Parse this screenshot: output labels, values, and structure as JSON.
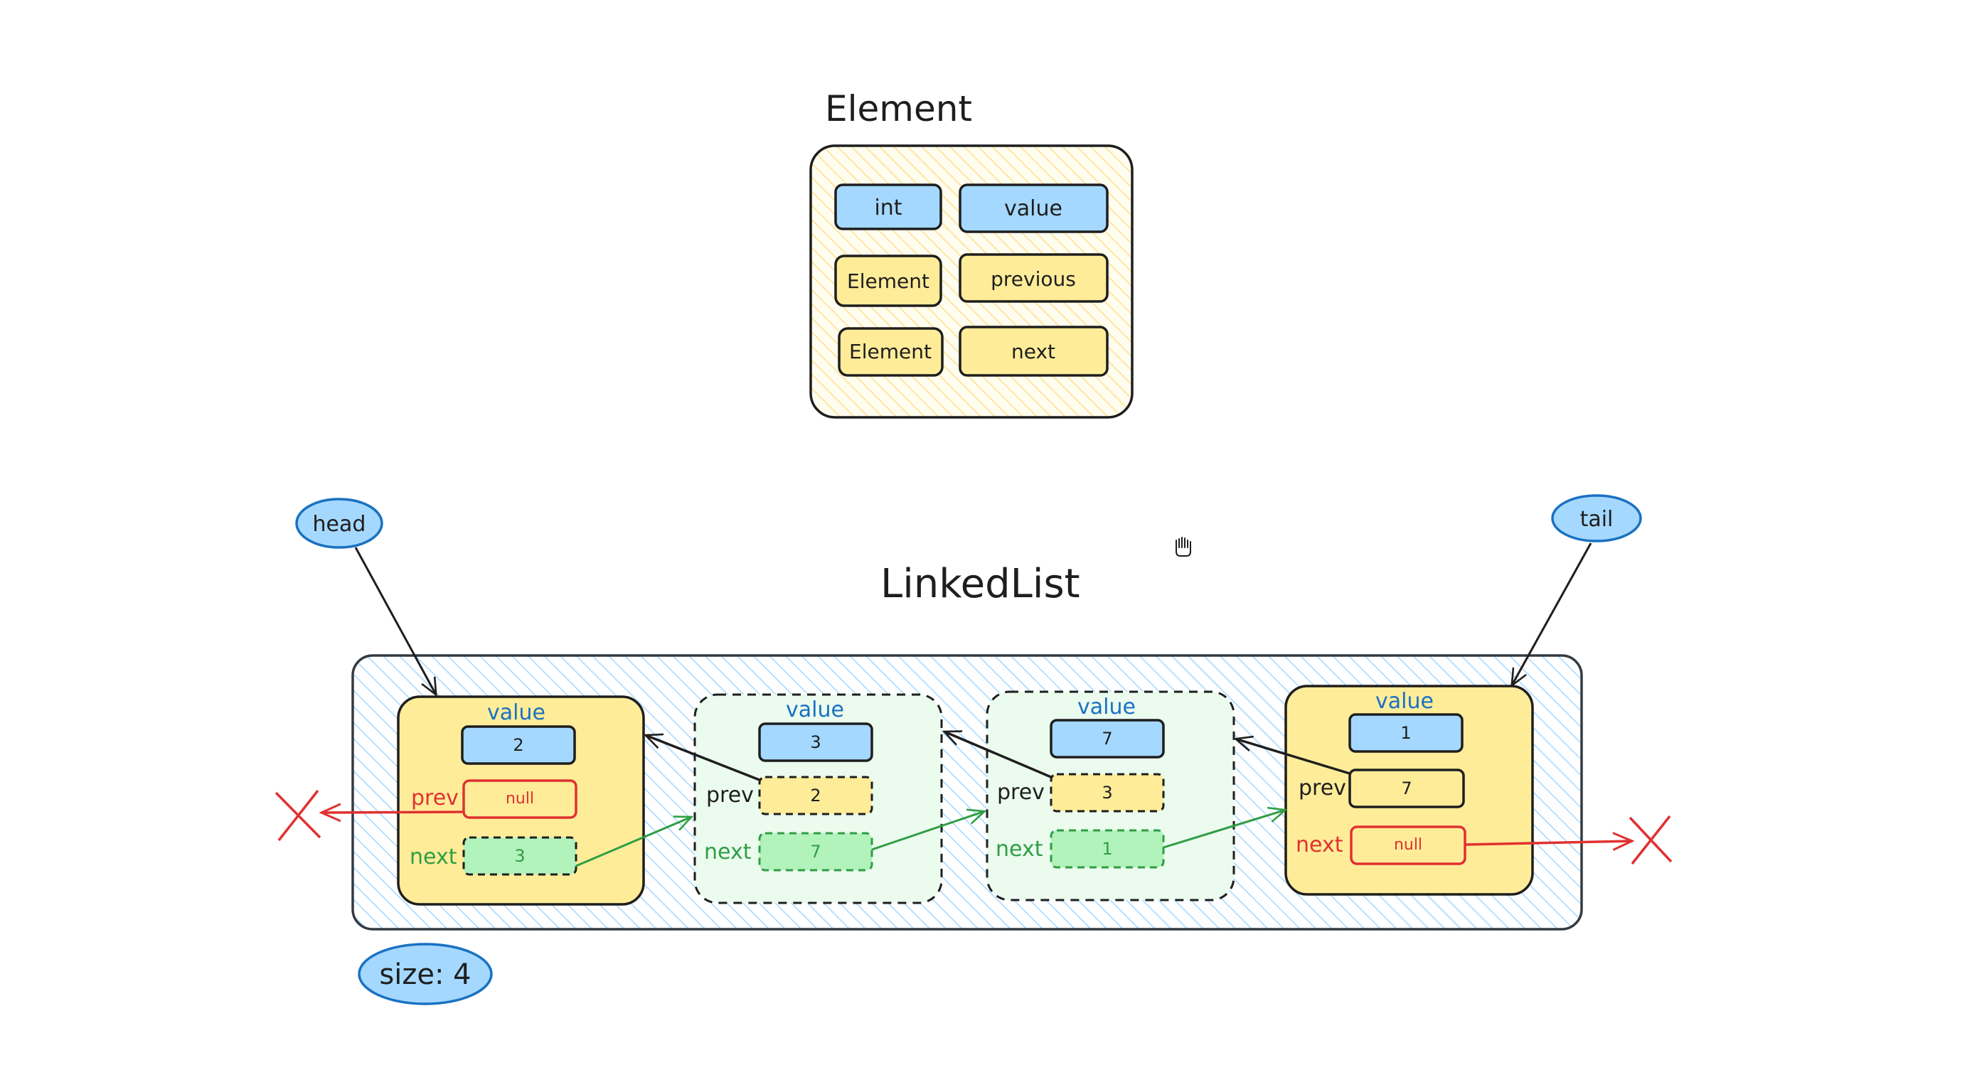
{
  "element": {
    "title": "Element",
    "fields": [
      {
        "type": "int",
        "name": "value"
      },
      {
        "type": "Element",
        "name": "previous"
      },
      {
        "type": "Element",
        "name": "next"
      }
    ]
  },
  "linkedlist": {
    "title": "LinkedList",
    "head_label": "head",
    "tail_label": "tail",
    "size_label": "size: 4",
    "value_label": "value",
    "prev_label": "prev",
    "next_label": "next",
    "nodes": [
      {
        "value": "2",
        "prev": "null",
        "next": "3"
      },
      {
        "value": "3",
        "prev": "2",
        "next": "7"
      },
      {
        "value": "7",
        "prev": "3",
        "next": "1"
      },
      {
        "value": "1",
        "prev": "7",
        "next": "null"
      }
    ]
  },
  "colors": {
    "yellow_fill": "#ffec99",
    "blue_fill": "#a5d8ff",
    "green_fill": "#b2f2bb",
    "light_green_fill": "#ebfbee",
    "hatch_blue": "#a5d8ff",
    "red": "#e03131",
    "green": "#2f9e44",
    "blue_text": "#1971c2",
    "stroke": "#1e1e1e"
  },
  "icons": {
    "cursor": "hand-cursor-icon"
  }
}
